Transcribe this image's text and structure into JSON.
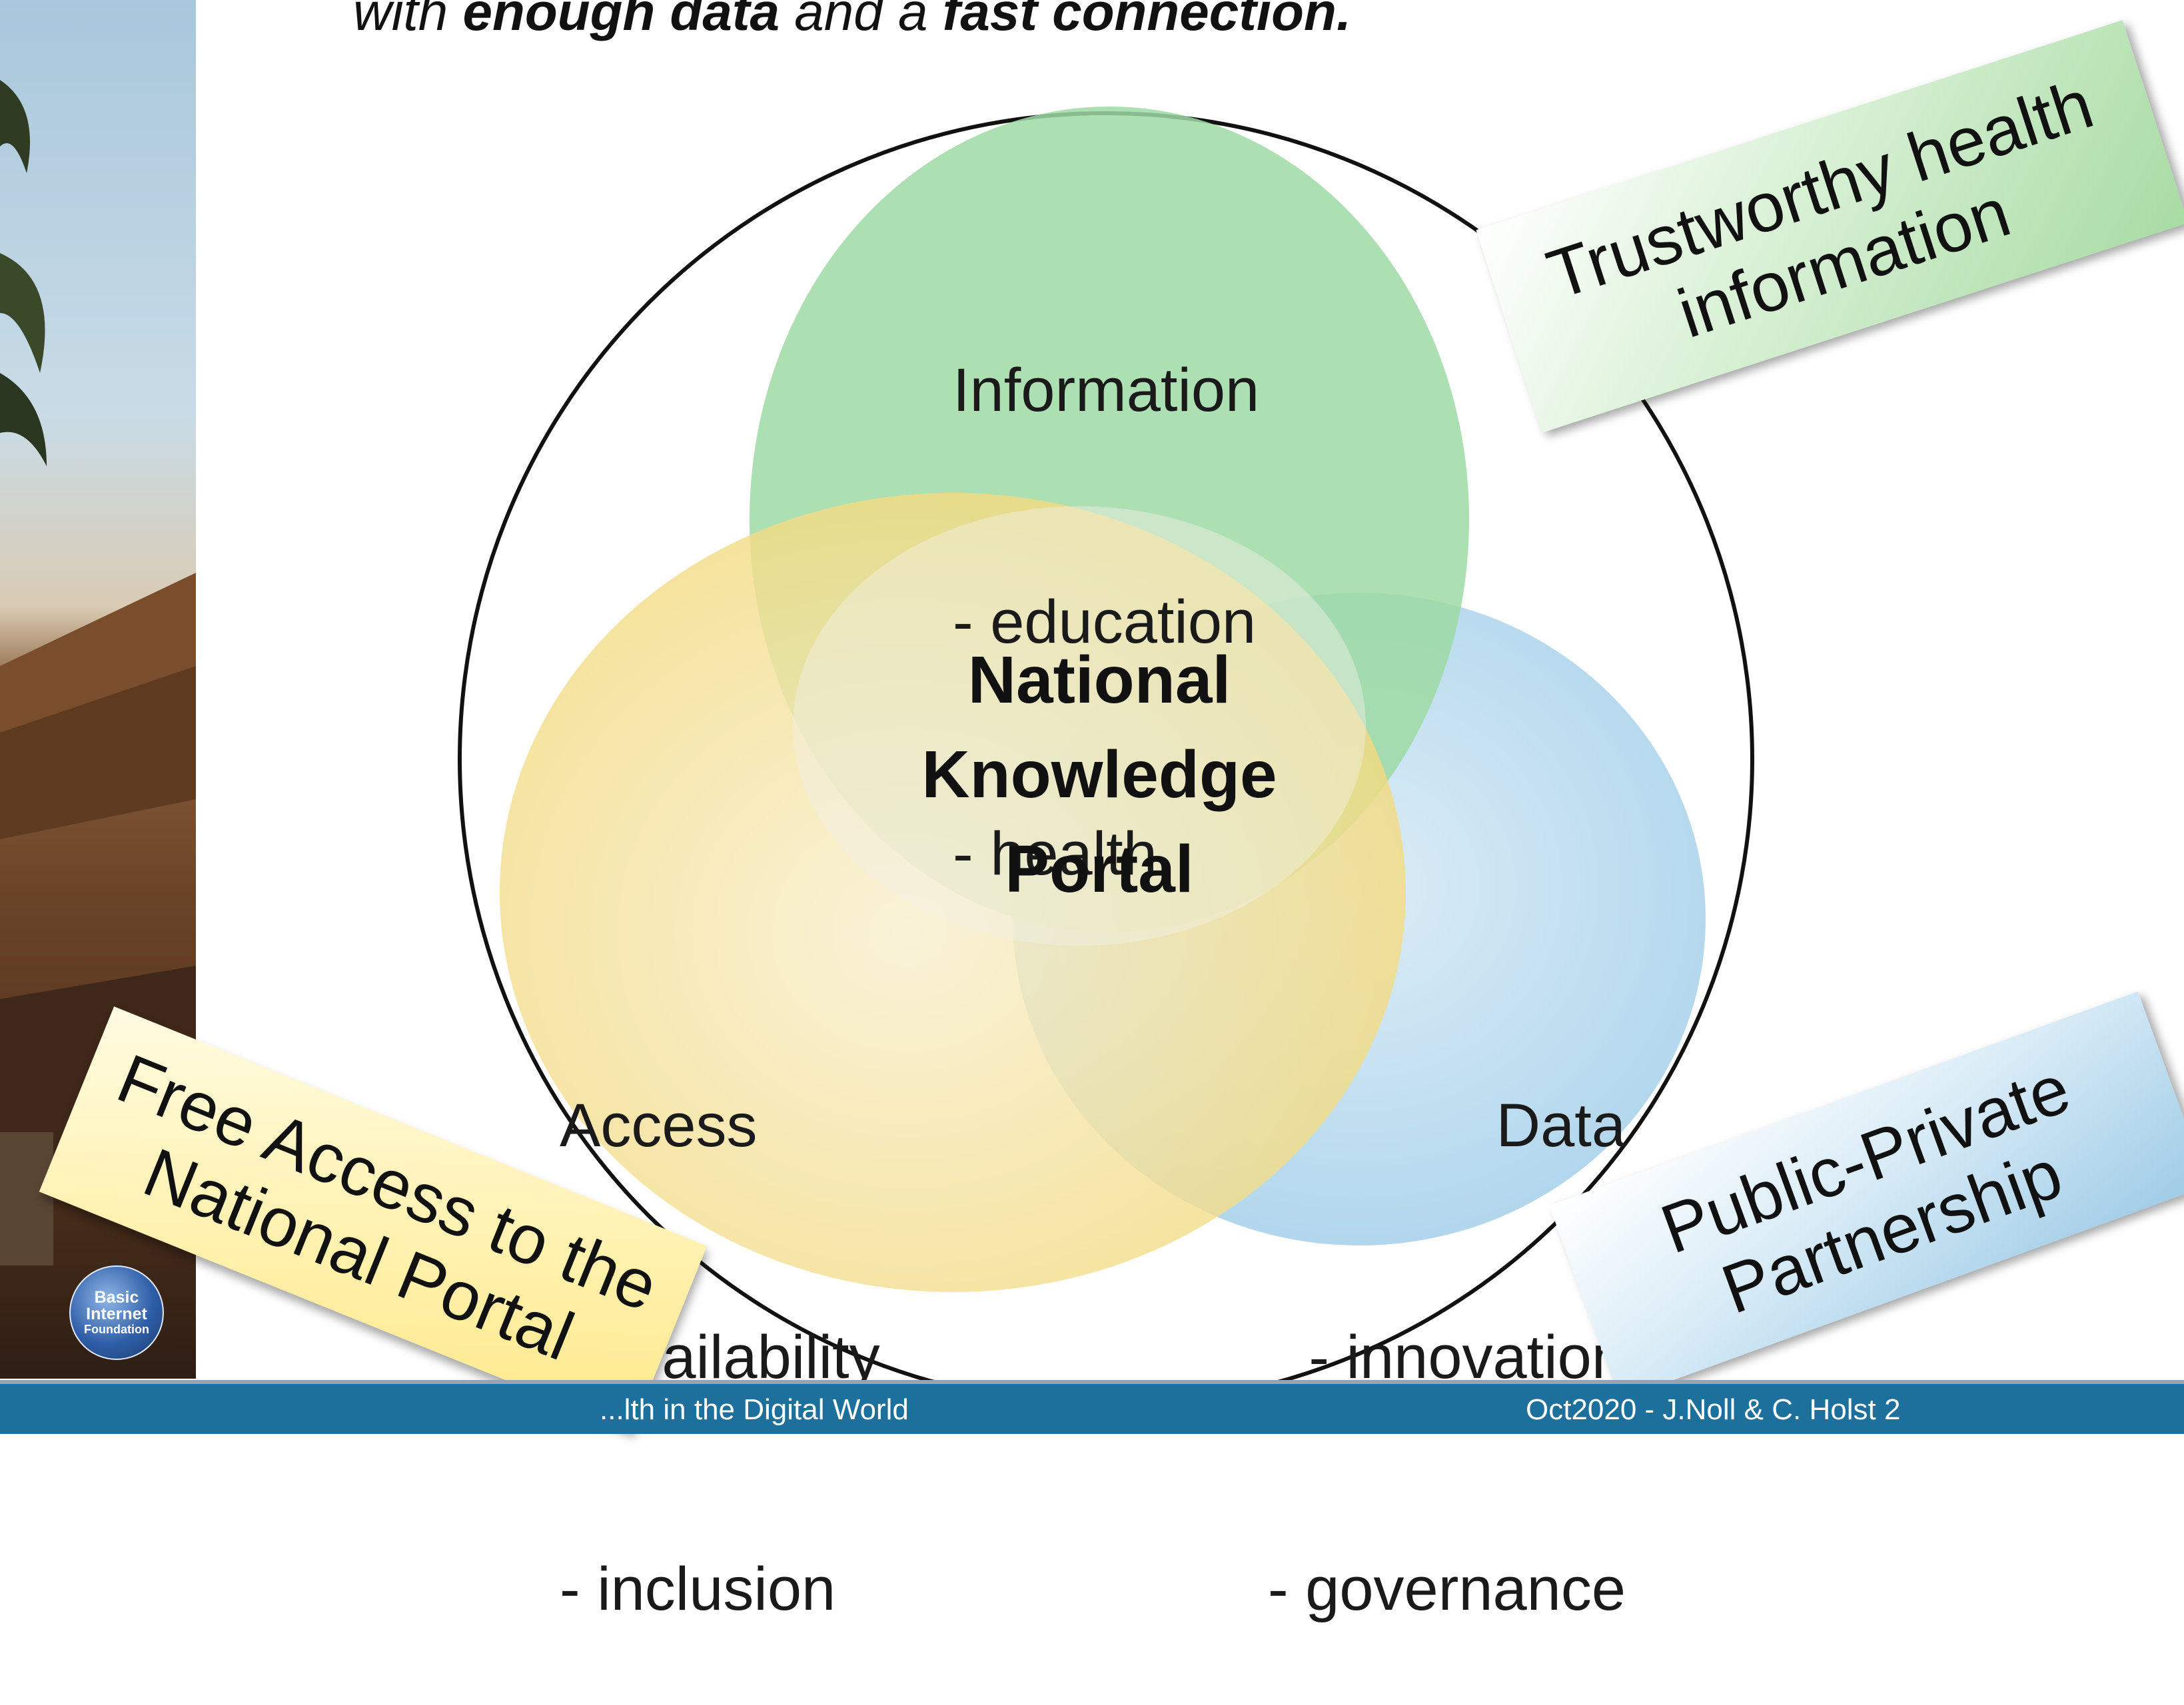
{
  "headline": {
    "pre": "with ",
    "bold1": "enough data",
    "mid": " and a ",
    "bold2": "fast connection."
  },
  "diagram": {
    "center": [
      "National",
      "Knowledge",
      "Portal"
    ],
    "top": [
      "Information",
      "- education",
      "- health"
    ],
    "left": [
      "Access",
      "- availability",
      "- inclusion"
    ],
    "right": [
      "Data",
      "- innovation",
      "- governance"
    ]
  },
  "notes": {
    "green": [
      "Trustworthy health",
      "information"
    ],
    "blue": [
      "Public-Private",
      "Partnership"
    ],
    "yellow": [
      "Free Access to the",
      "National Portal"
    ]
  },
  "logo": [
    "Basic",
    "Internet",
    "Foundation"
  ],
  "footer": {
    "left": "...lth in the Digital World",
    "right": "Oct2020 - J.Noll & C. Holst   2"
  },
  "colors": {
    "green": "#9dd9a3",
    "blue": "#a9d3ec",
    "yellow": "#f6e4a0",
    "footer": "#1d6f9c"
  }
}
